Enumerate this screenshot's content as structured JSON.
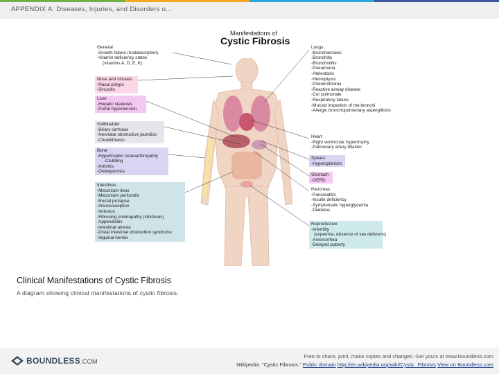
{
  "header": {
    "title": "APPENDIX A: Diseases, Injuries, and Disorders o..."
  },
  "diagram": {
    "supertitle": "Manifestations of",
    "title": "Cystic Fibrosis",
    "left": [
      {
        "heading": "General",
        "items": [
          "-Growth failure (malabsorption)",
          "-Vitamin deficiency states",
          "  (vitamins A, D, E, K)"
        ]
      },
      {
        "heading": "Nose and sinuses",
        "items": [
          "-Nasal polyps",
          "-Sinusitis"
        ]
      },
      {
        "heading": "Liver",
        "items": [
          "-Hepatic steatosis",
          "-Portal hypertension"
        ]
      },
      {
        "heading": "Gallbladder",
        "items": [
          "-Biliary cirrhosis",
          "-Neonatal obstructive jaundice",
          "-Cholelithiasis"
        ]
      },
      {
        "heading": "Bone",
        "items": [
          "-Hypertrophic osteoarthropathy",
          "  -Clubbing",
          "-Arthritis",
          "-Osteoporosis"
        ]
      },
      {
        "heading": "Intestines",
        "items": [
          "-Meconium ileus",
          "-Meconium peritonitis",
          "-Rectal prolapse",
          "-Intussusception",
          "-Volvulus",
          "-Fibrosing colonopathy (strictures)",
          "-Appendicitis",
          "-Intestinal atresia",
          "-Distal intestinal obstruction syndrome",
          "-Inguinal hernia"
        ]
      }
    ],
    "right": [
      {
        "heading": "Lungs",
        "items": [
          "-Bronchiectasis",
          "-Bronchitis",
          "-Bronchiolitis",
          "-Pneumonia",
          "-Atelectasis",
          "-Hemoptysis",
          "-Pneumothorax",
          "-Reactive airway disease",
          "-Cor pulmonale",
          "-Respiratory failure",
          "-Mucoid impaction of the bronchi",
          "-Allergic bronchopulmonary aspergillosis"
        ]
      },
      {
        "heading": "Heart",
        "items": [
          "-Right ventricular hypertrophy",
          "-Pulmonary artery dilation"
        ]
      },
      {
        "heading": "Spleen",
        "items": [
          "-Hypersplenism"
        ]
      },
      {
        "heading": "Stomach",
        "items": [
          "-GERD"
        ]
      },
      {
        "heading": "Pancreas",
        "items": [
          "-Pancreatitis",
          "-Insulin deficiency",
          "-Symptomatic hyperglycemia",
          "-Diabetes"
        ]
      },
      {
        "heading": "Reproductive",
        "items": [
          "-Infertility",
          "  (aspermia, Absence of vas deferens)",
          "-Amenorrhea",
          "-Delayed puberty"
        ]
      }
    ],
    "colors": {
      "general": "#ffffff",
      "nose": "#f9d7e6",
      "liver": "#f3c7ef",
      "gallbladder": "#e5e5ee",
      "bone": "#d7d5f1",
      "intestines": "#cfe3e9",
      "reproductive": "#cfeaed",
      "body": "#f0d5c4",
      "organ": "#d98aa0"
    }
  },
  "caption": {
    "title": "Clinical Manifestations of Cystic Fibrosis",
    "description": "A diagram showing clinical manifestations of cystic fibrosis."
  },
  "footer": {
    "logo": "BOUNDLESS",
    "logo_suffix": ".COM",
    "line1": "Free to share, print, make copies and changes. Get yours at www.boundless.com",
    "source_label": "Wikipedia.",
    "source_title": "\"Cystic Fibrosis.\"",
    "license": "Public domain",
    "url": "http://en.wikipedia.org/wiki/Cystic_Fibrosis",
    "view_link": "View on Boundless.com"
  }
}
